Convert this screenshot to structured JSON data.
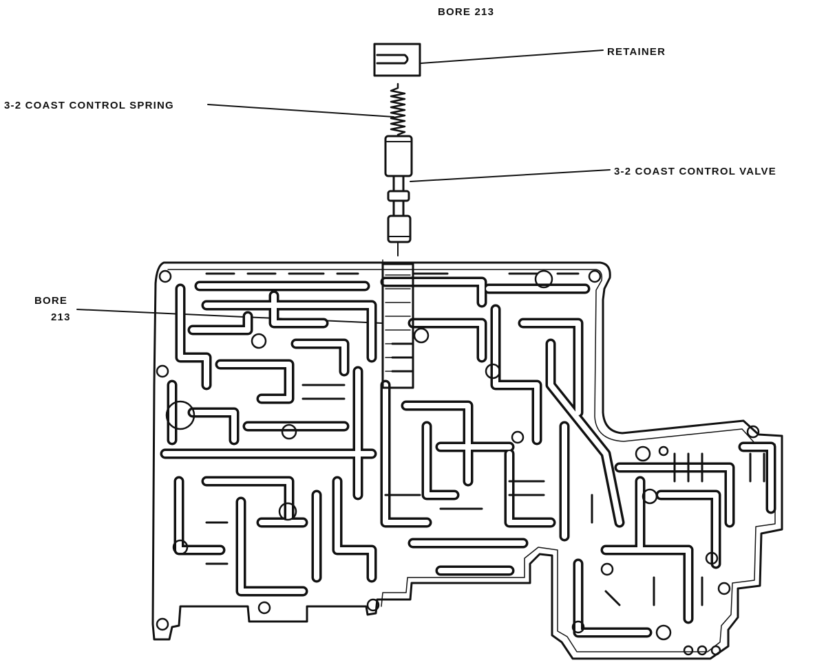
{
  "labels": {
    "title": "BORE 213",
    "retainer": "RETAINER",
    "spring": "3-2 COAST CONTROL SPRING",
    "valve": "3-2 COAST CONTROL VALVE",
    "bore_line1": "BORE",
    "bore_line2": "213"
  }
}
